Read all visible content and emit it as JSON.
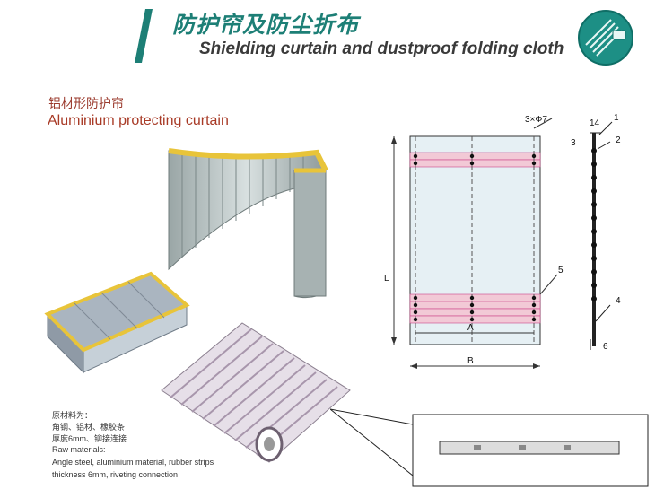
{
  "header": {
    "title_cn": "防护帘及防尘折布",
    "title_en": "Shielding curtain and dustproof folding cloth"
  },
  "section": {
    "title_cn": "铝材形防护帘",
    "title_en": "Aluminium protecting curtain"
  },
  "materials": [
    "原材料为：",
    "角钢、铝材、橡胶条",
    "厚度6mm、铆接连接",
    "Raw materials:",
    "Angle steel, aluminium material, rubber strips",
    "thickness 6mm, riveting connection"
  ],
  "drawing": {
    "hole_spec": "3×Φ7",
    "dim_L": "L",
    "dim_A": "A",
    "dim_B": "B",
    "callout_5": "5",
    "side_dim_14": "14",
    "side_1": "1",
    "side_2": "2",
    "side_3": "3",
    "side_4": "4",
    "side_6": "6"
  },
  "colors": {
    "brand_teal": "#1d7f76",
    "curtain_grey": "#b9c3c3",
    "rubber_yellow": "#e8c43a"
  }
}
